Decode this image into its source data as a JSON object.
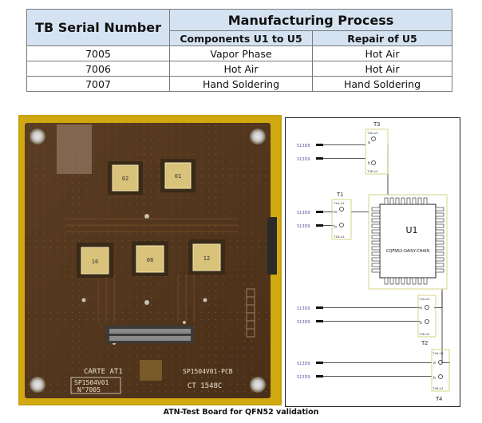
{
  "table": {
    "serial_header": "TB Serial Number",
    "process_header": "Manufacturing Process",
    "col_components": "Components U1 to U5",
    "col_repair": "Repair of U5",
    "rows": [
      {
        "serial": "7005",
        "components": "Vapor Phase",
        "repair": "Hot Air"
      },
      {
        "serial": "7006",
        "components": "Hot Air",
        "repair": "Hot Air"
      },
      {
        "serial": "7007",
        "components": "Hand Soldering",
        "repair": "Hand Soldering"
      }
    ]
  },
  "board": {
    "chips": [
      "02",
      "01",
      "16",
      "08",
      "12"
    ],
    "label_carte": "CARTE AT1",
    "label_part": "SP1504V01",
    "label_serial": "N°7005",
    "label_pcb": "SP1504V01-PCB",
    "label_ct": "CT 1548C"
  },
  "schematic": {
    "chip_name": "U1",
    "chip_desc": "CQFN52-DAISY-CHAIN",
    "t1": "T1",
    "t2": "T2",
    "t3": "T3",
    "t4": "T4",
    "t1a_ref": "T1A-U1",
    "t1b_ref": "T1B-U1",
    "t2a_ref": "T2A-U1",
    "t2b_ref": "T2B-U1",
    "t3a_ref": "T3A-U1",
    "t3b_ref": "T3B-U1",
    "t4a_ref": "T4A-U1",
    "t4b_ref": "T4B-U1",
    "pin_a": "a",
    "pin_b": "b",
    "net_labels": [
      "S13D8",
      "S13D9",
      "S13D9",
      "S13D9",
      "S13D9",
      "S13D9",
      "S13D9",
      "S13D9"
    ]
  },
  "caption": "ATN-Test Board for QFN52 validation"
}
